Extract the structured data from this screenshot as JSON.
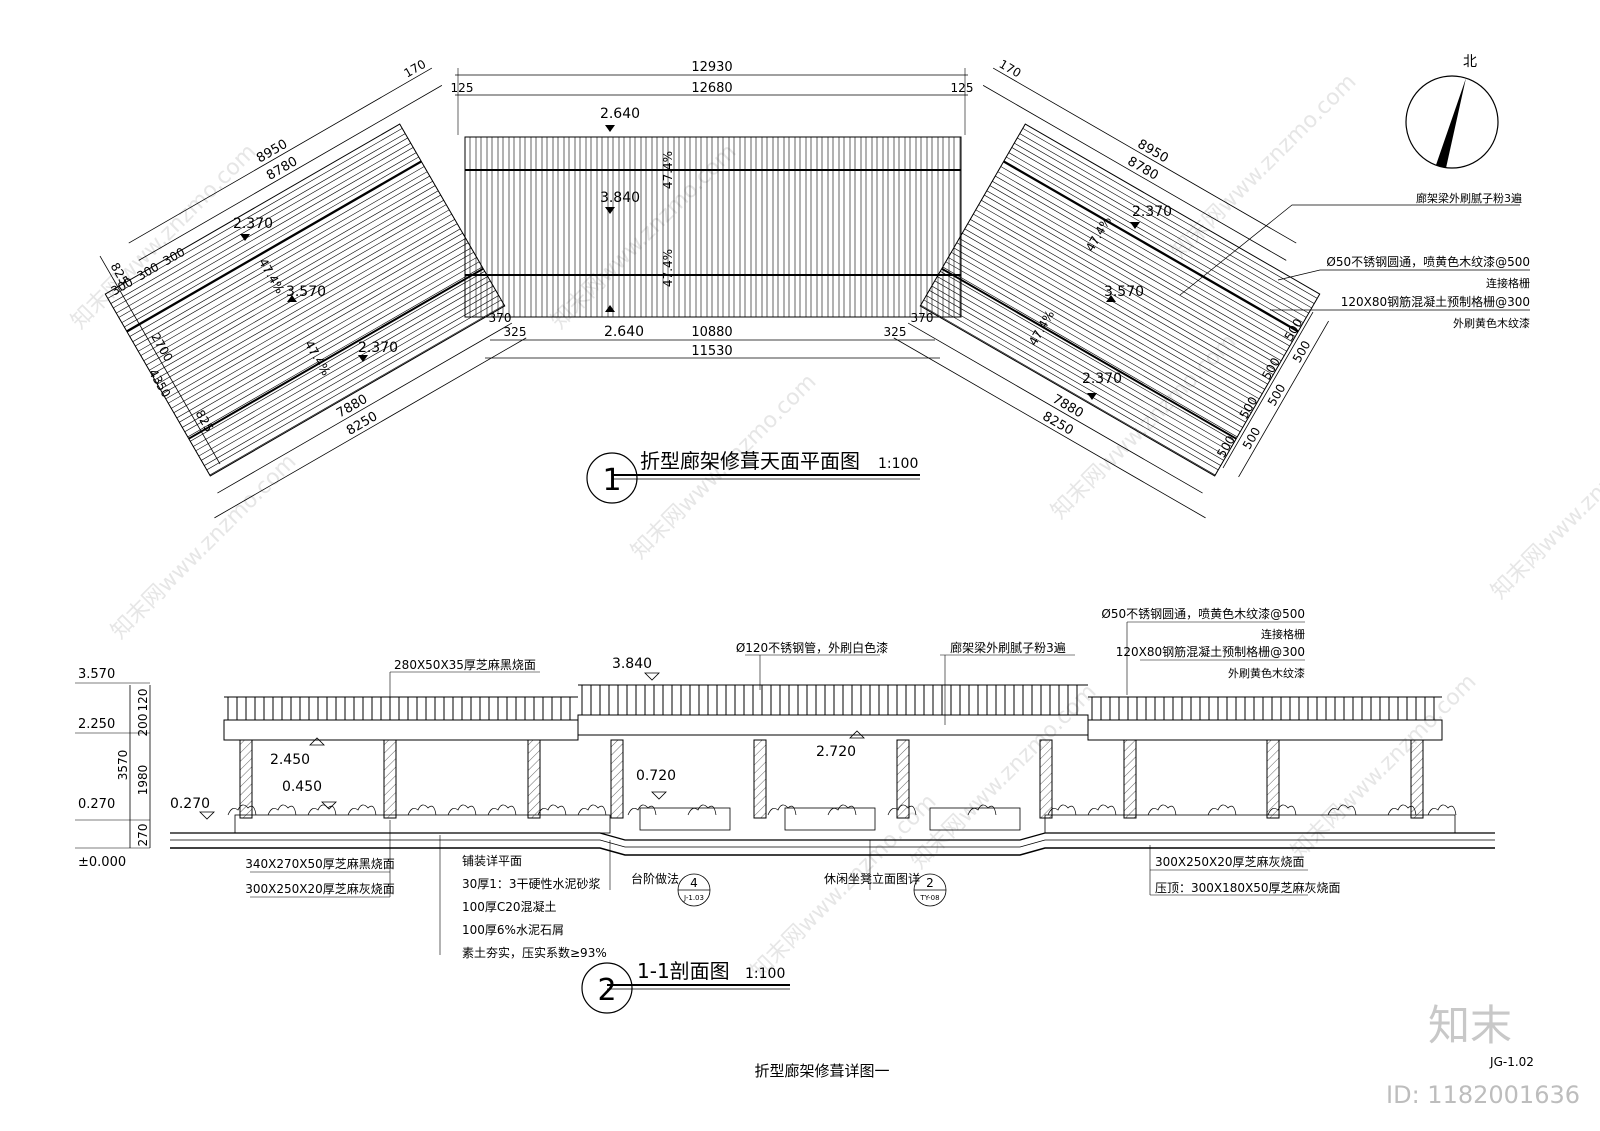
{
  "plan": {
    "title": "折型廊架修葺天面平面图",
    "number": "1",
    "scale": "1:100",
    "north": "北",
    "dims_top": {
      "total": "12930",
      "inner": "12680",
      "edge_l": "125",
      "edge_r": "125"
    },
    "dims_bottom": {
      "inner": "10880",
      "total": "11530",
      "edge_l": "325",
      "edge_r": "325",
      "gap_l": "370",
      "gap_r": "370"
    },
    "dims_left": {
      "outer": "8950",
      "inner": "8780",
      "offset": "170",
      "bottom_inner": "7880",
      "bottom_outer": "8250",
      "side_a": "300",
      "side_b": "300",
      "side_c": "300",
      "side_d": "825",
      "side_e": "2700",
      "side_f": "825",
      "side_total": "4350"
    },
    "dims_right": {
      "outer": "8950",
      "inner": "8780",
      "offset": "170",
      "bottom_inner": "7880",
      "bottom_outer": "8250",
      "step": "500"
    },
    "levels": {
      "center_top": "2.640",
      "center_mid": "3.840",
      "center_bottom": "2.640",
      "left_top": "2.370",
      "left_mid": "3.570",
      "left_bottom": "2.370",
      "right_top": "2.370",
      "right_mid": "3.570",
      "right_bottom": "2.370"
    },
    "slope": "47.4%",
    "notes": [
      "廊架梁外刷腻子粉3遍",
      "Ø50不锈钢圆通，喷黄色木纹漆@500",
      "连接格栅",
      "120X80钢筋混凝土预制格栅@300",
      "外刷黄色木纹漆"
    ]
  },
  "section": {
    "title": "1-1剖面图",
    "number": "2",
    "scale": "1:100",
    "left_levels": [
      "3.570",
      "2.250",
      "0.270",
      "±0.000"
    ],
    "left_dims": [
      "120",
      "200",
      "1980",
      "270",
      "3570"
    ],
    "levels": {
      "top_center": "3.840",
      "beam_left": "2.450",
      "beam_center": "2.720",
      "bench_left": "0.450",
      "bench_center": "0.720",
      "ground_left": "0.270"
    },
    "top_notes": [
      "280X50X35厚芝麻黑烧面",
      "Ø120不锈钢管，外刷白色漆",
      "廊架梁外刷腻子粉3遍",
      "Ø50不锈钢圆通，喷黄色木纹漆@500",
      "连接格栅",
      "120X80钢筋混凝土预制格栅@300",
      "外刷黄色木纹漆"
    ],
    "left_notes": [
      "340X270X50厚芝麻黑烧面",
      "300X250X20厚芝麻灰烧面"
    ],
    "layers": [
      "铺装详平面",
      "30厚1：3干硬性水泥砂浆",
      "100厚C20混凝土",
      "100厚6%水泥石屑",
      "素土夯实，压实系数≥93%"
    ],
    "right_notes": [
      "300X250X20厚芝麻灰烧面",
      "压顶：300X180X50厚芝麻灰烧面"
    ],
    "refs": [
      {
        "label": "台阶做法",
        "num": "4",
        "sheet": "J-1.03"
      },
      {
        "label": "休闲坐凳立面图详",
        "num": "2",
        "sheet": "TY-08"
      }
    ]
  },
  "sheet": {
    "caption": "折型廊架修葺详图一",
    "code": "JG-1.02",
    "id": "ID: 1182001636",
    "brand": "知末",
    "watermark": "知末网www.znzmo.com"
  }
}
